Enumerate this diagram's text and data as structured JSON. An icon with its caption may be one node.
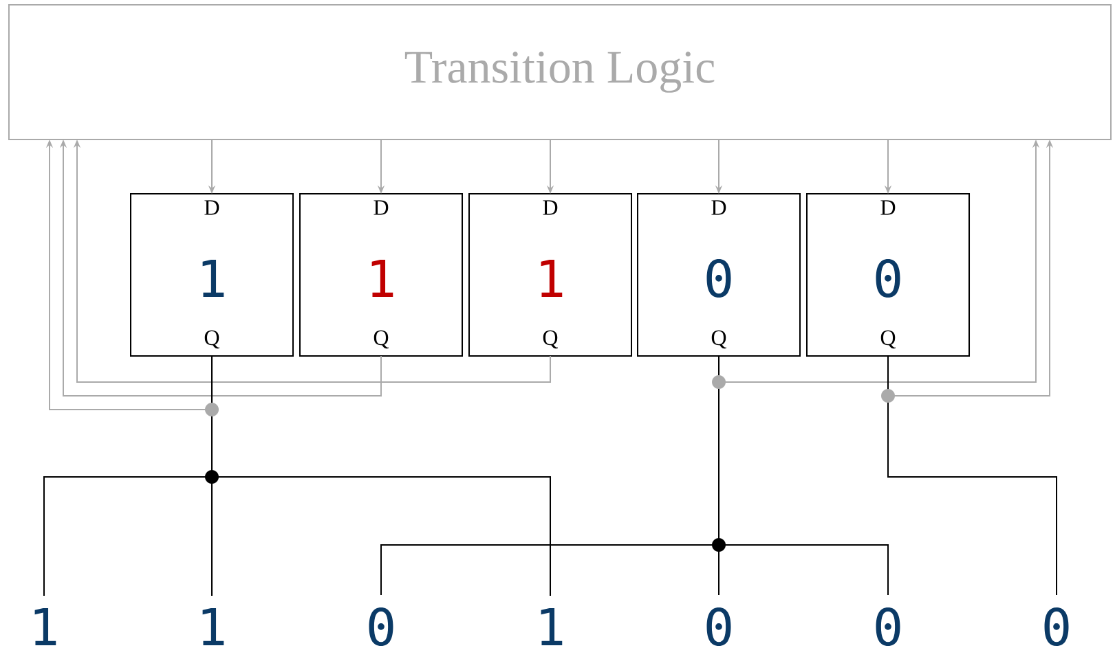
{
  "diagram": {
    "nodes": [
      {
        "text": [
          "Transition Logic"
        ]
      },
      {
        "text": [
          "D",
          "1",
          "Q"
        ]
      },
      {
        "text": [
          "D",
          "1",
          "Q"
        ]
      },
      {
        "text": [
          "D",
          "1",
          "Q"
        ]
      },
      {
        "text": [
          "D",
          "0",
          "Q"
        ]
      },
      {
        "text": [
          "D",
          "0",
          "Q"
        ]
      },
      {
        "text": [
          "1"
        ]
      },
      {
        "text": [
          "1"
        ]
      },
      {
        "text": [
          "0"
        ]
      },
      {
        "text": [
          "1"
        ]
      },
      {
        "text": [
          "0"
        ]
      },
      {
        "text": [
          "0"
        ]
      },
      {
        "text": [
          "0"
        ]
      }
    ],
    "edges": [
      {
        "from": 0,
        "to": 1,
        "arrow": "to"
      },
      {
        "from": 0,
        "to": 2,
        "arrow": "to"
      },
      {
        "from": 0,
        "to": 3,
        "arrow": "to"
      },
      {
        "from": 0,
        "to": 4,
        "arrow": "to"
      },
      {
        "from": 0,
        "to": 5,
        "arrow": "to"
      },
      {
        "from": 1,
        "to": 0,
        "arrow": "to"
      },
      {
        "from": 2,
        "to": 0,
        "arrow": "to"
      },
      {
        "from": 3,
        "to": 0,
        "arrow": "to"
      },
      {
        "from": 4,
        "to": 0,
        "arrow": "to"
      },
      {
        "from": 5,
        "to": 0,
        "arrow": "to"
      },
      {
        "from": 1,
        "to": 6,
        "arrow": "none",
        "color": "#000000"
      },
      {
        "from": 1,
        "to": 7,
        "arrow": "none",
        "color": "#000000"
      },
      {
        "from": 1,
        "to": 9,
        "arrow": "none",
        "color": "#000000"
      },
      {
        "from": 4,
        "to": 8,
        "arrow": "none",
        "color": "#000000"
      },
      {
        "from": 4,
        "to": 10,
        "arrow": "none",
        "color": "#000000"
      },
      {
        "from": 4,
        "to": 11,
        "arrow": "none",
        "color": "#000000"
      },
      {
        "from": 5,
        "to": 12,
        "arrow": "none",
        "color": "#000000"
      }
    ]
  }
}
